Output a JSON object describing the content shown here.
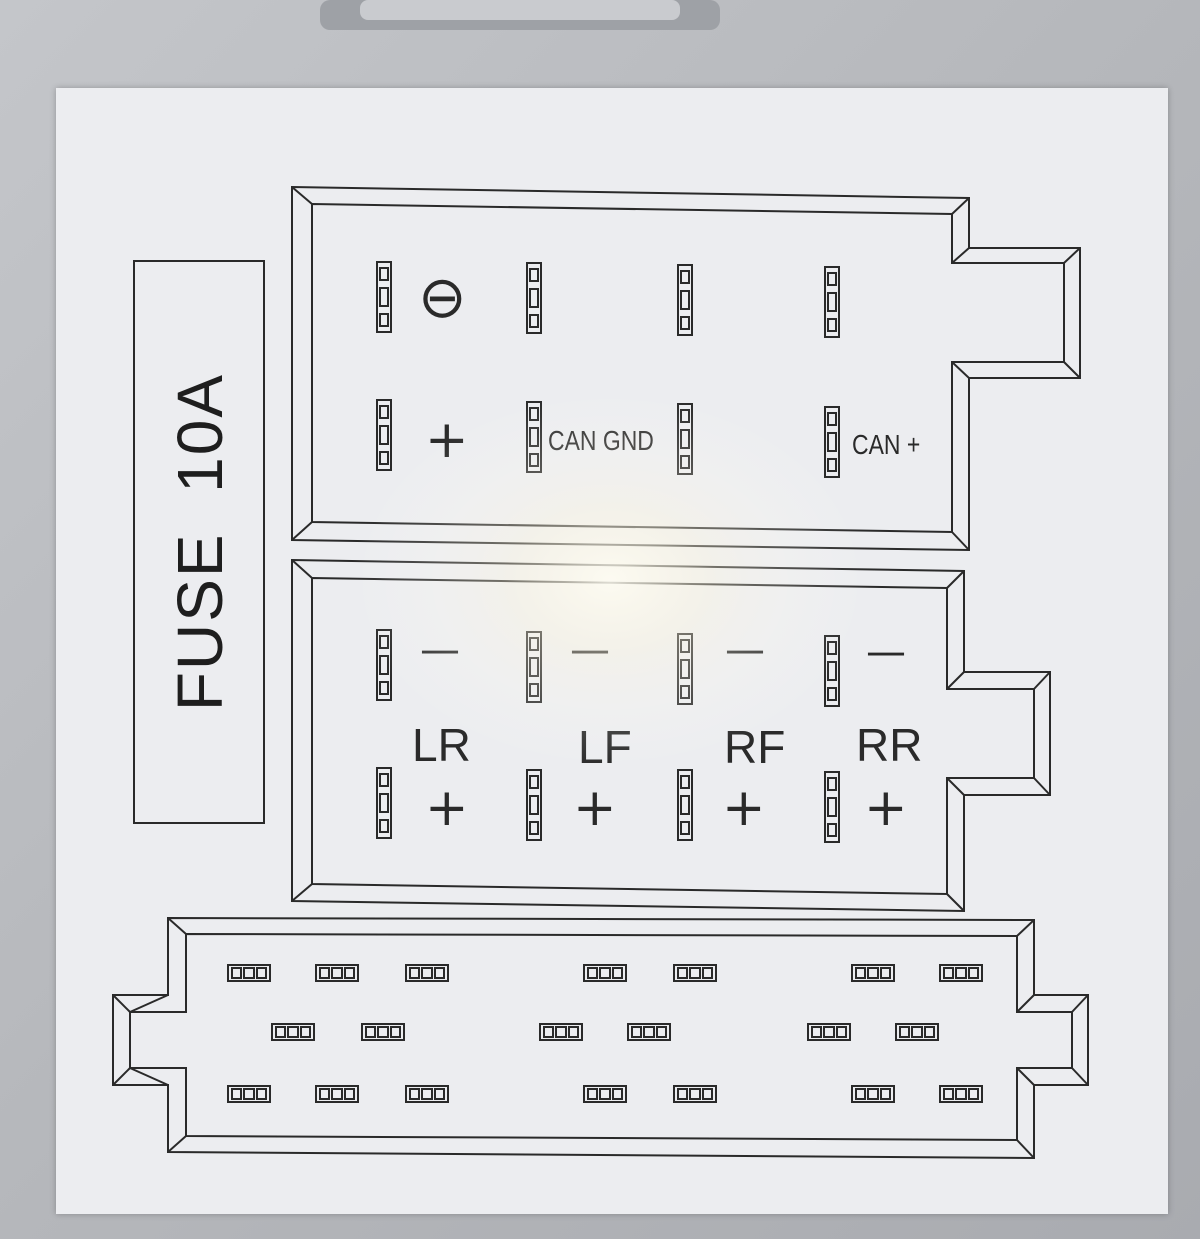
{
  "fuse_label": "FUSE  10A",
  "power_connector": {
    "symbols": {
      "minus_circle": "⊖",
      "plus": "+"
    },
    "labels": {
      "can_gnd": "CAN GND",
      "can_plus": "CAN +"
    }
  },
  "speaker_connector": {
    "minus_symbol": "—",
    "plus_symbol": "+",
    "channels": [
      "LR",
      "LF",
      "RF",
      "RR"
    ]
  },
  "colors": {
    "backdrop": "#b9bbbf",
    "label_card": "#ecedf0",
    "ink": "#2a2a2a"
  }
}
